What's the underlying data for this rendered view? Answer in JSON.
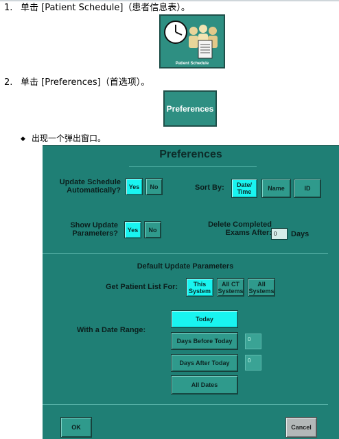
{
  "steps": [
    {
      "num": "1.",
      "text": "单击 [Patient Schedule]（患者信息表）。"
    },
    {
      "num": "2.",
      "text": "单击 [Preferences]（首选项）。"
    }
  ],
  "bullet": "出现一个弹出窗口。",
  "patient_schedule_button": {
    "label": "Patient Schedule"
  },
  "preferences_button": {
    "label": "Preferences"
  },
  "dialog": {
    "title": "Preferences",
    "update_schedule_label": "Update Schedule Automatically?",
    "update_schedule": {
      "yes": "Yes",
      "no": "No",
      "selected": "Yes"
    },
    "sort_by_label": "Sort By:",
    "sort_by": {
      "date_time": "Date/ Time",
      "name": "Name",
      "id": "ID",
      "selected": "Date/ Time"
    },
    "show_update_label": "Show Update Parameters?",
    "show_update": {
      "yes": "Yes",
      "no": "No",
      "selected": "Yes"
    },
    "delete_completed_label": "Delete Completed Exams After:",
    "delete_completed_value": "0",
    "days_label": "Days",
    "default_params_title": "Default Update Parameters",
    "get_patient_list_label": "Get Patient List For:",
    "patient_list": {
      "this_system": "This System",
      "all_ct": "All CT Systems",
      "all_systems": "All Systems",
      "selected": "This System"
    },
    "date_range_label": "With a Date Range:",
    "date_range": {
      "today": "Today",
      "days_before": "Days Before Today",
      "days_before_value": "0",
      "days_after": "Days After Today",
      "days_after_value": "0",
      "all_dates": "All Dates",
      "selected": "Today"
    },
    "ok_label": "OK",
    "cancel_label": "Cancel"
  },
  "colors": {
    "dialog_bg": "#1f7f75",
    "selected": "#19f4f0",
    "button": "#2f9a8c",
    "cancel": "#b3b8b8"
  }
}
